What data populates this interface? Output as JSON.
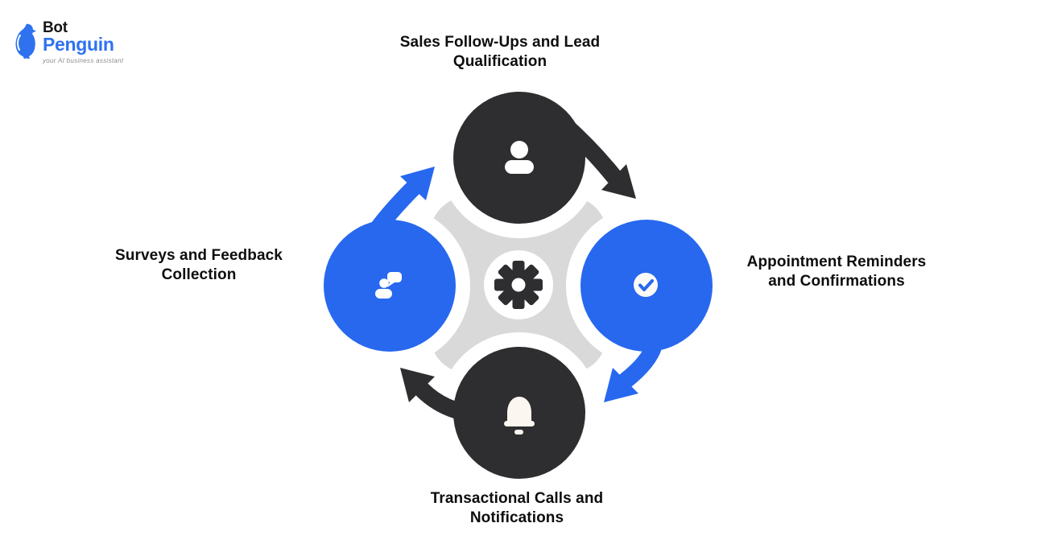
{
  "logo": {
    "brand_top": "Bot",
    "brand_bottom": "Penguin",
    "tagline": "your AI business assistant"
  },
  "colors": {
    "blue": "#2768EF",
    "dark": "#2E2E30",
    "track_gray": "#D9D9D9",
    "white": "#FFFFFF",
    "bell_white": "#FBF7F0",
    "label_text": "#0D0D0F",
    "logo_black": "#161616",
    "logo_blue": "#2E72F0",
    "tagline_gray": "#8D8D8D"
  },
  "diagram": {
    "type": "cycle",
    "center": {
      "icon": "gear"
    },
    "nodes": [
      {
        "id": "sales",
        "position": "top",
        "color": "dark",
        "icon": "person",
        "label": "Sales Follow-Ups and Lead\nQualification"
      },
      {
        "id": "appointments",
        "position": "right",
        "color": "blue",
        "icon": "check",
        "label": "Appointment Reminders\nand Confirmations"
      },
      {
        "id": "transactional",
        "position": "bottom",
        "color": "dark",
        "icon": "bell",
        "label": "Transactional Calls and\nNotifications"
      },
      {
        "id": "surveys",
        "position": "left",
        "color": "blue",
        "icon": "people-chat",
        "label": "Surveys and Feedback\nCollection"
      }
    ],
    "arrows": [
      {
        "from": "sales",
        "to": "appointments",
        "color": "dark"
      },
      {
        "from": "appointments",
        "to": "transactional",
        "color": "blue"
      },
      {
        "from": "transactional",
        "to": "surveys",
        "color": "dark"
      },
      {
        "from": "surveys",
        "to": "sales",
        "color": "blue"
      }
    ]
  }
}
